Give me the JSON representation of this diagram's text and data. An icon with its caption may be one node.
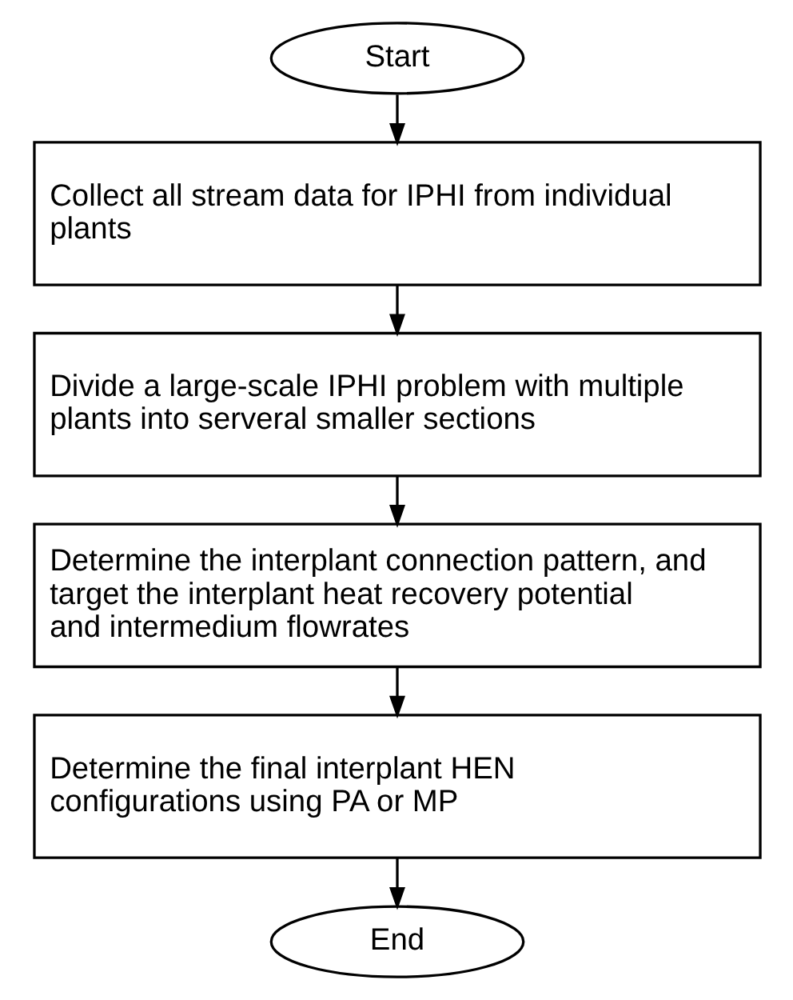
{
  "diagram": {
    "nodes": [
      {
        "text": [
          "Start"
        ]
      },
      {
        "text": [
          "Collect all stream data for IPHI from individual plants"
        ]
      },
      {
        "text": [
          "Divide a large-scale IPHI problem with multiple plants into serveral smaller sections"
        ]
      },
      {
        "text": [
          "Determine the interplant connection pattern, and target the interplant heat recovery potential and intermedium flowrates"
        ]
      },
      {
        "text": [
          "Determine the final interplant HEN configurations using PA or MP"
        ]
      },
      {
        "text": [
          "End"
        ]
      }
    ],
    "edges": [
      {
        "from": 0,
        "to": 1,
        "arrow": "to"
      },
      {
        "from": 1,
        "to": 2,
        "arrow": "to"
      },
      {
        "from": 2,
        "to": 3,
        "arrow": "to"
      },
      {
        "from": 3,
        "to": 4,
        "arrow": "to"
      },
      {
        "from": 4,
        "to": 5,
        "arrow": "to"
      }
    ]
  }
}
